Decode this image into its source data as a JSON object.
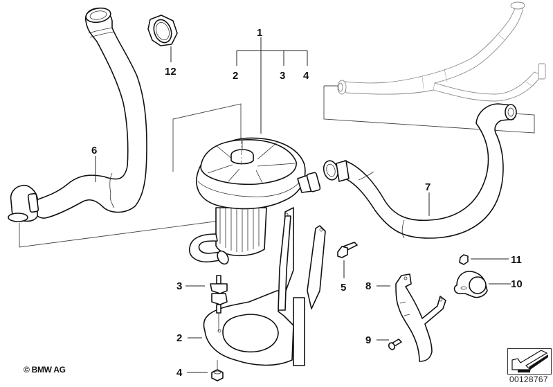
{
  "diagram": {
    "title": "Secondary air pump assembly",
    "callouts": [
      {
        "id": "1",
        "label": "1",
        "part": "secondary-air-pump"
      },
      {
        "id": "2",
        "label": "2",
        "part": "pump-bracket"
      },
      {
        "id": "3",
        "label": "3",
        "part": "rubber-mount"
      },
      {
        "id": "4",
        "label": "4",
        "part": "nut"
      },
      {
        "id": "5",
        "label": "5",
        "part": "hex-bolt"
      },
      {
        "id": "6",
        "label": "6",
        "part": "intake-hose"
      },
      {
        "id": "7",
        "label": "7",
        "part": "pressure-hose"
      },
      {
        "id": "8",
        "label": "8",
        "part": "holder"
      },
      {
        "id": "9",
        "label": "9",
        "part": "fillister-head-screw"
      },
      {
        "id": "10",
        "label": "10",
        "part": "hose-clamp"
      },
      {
        "id": "11",
        "label": "11",
        "part": "hex-nut"
      },
      {
        "id": "12",
        "label": "12",
        "part": "hose-clamp-ring"
      }
    ],
    "group_callout": {
      "parent": "1",
      "children": [
        "2",
        "3",
        "4"
      ]
    }
  },
  "footer": {
    "copyright": "© BMW AG",
    "document_number": "00128767"
  },
  "navigation": {
    "arrow_icon": "arrow-down-left-icon"
  }
}
